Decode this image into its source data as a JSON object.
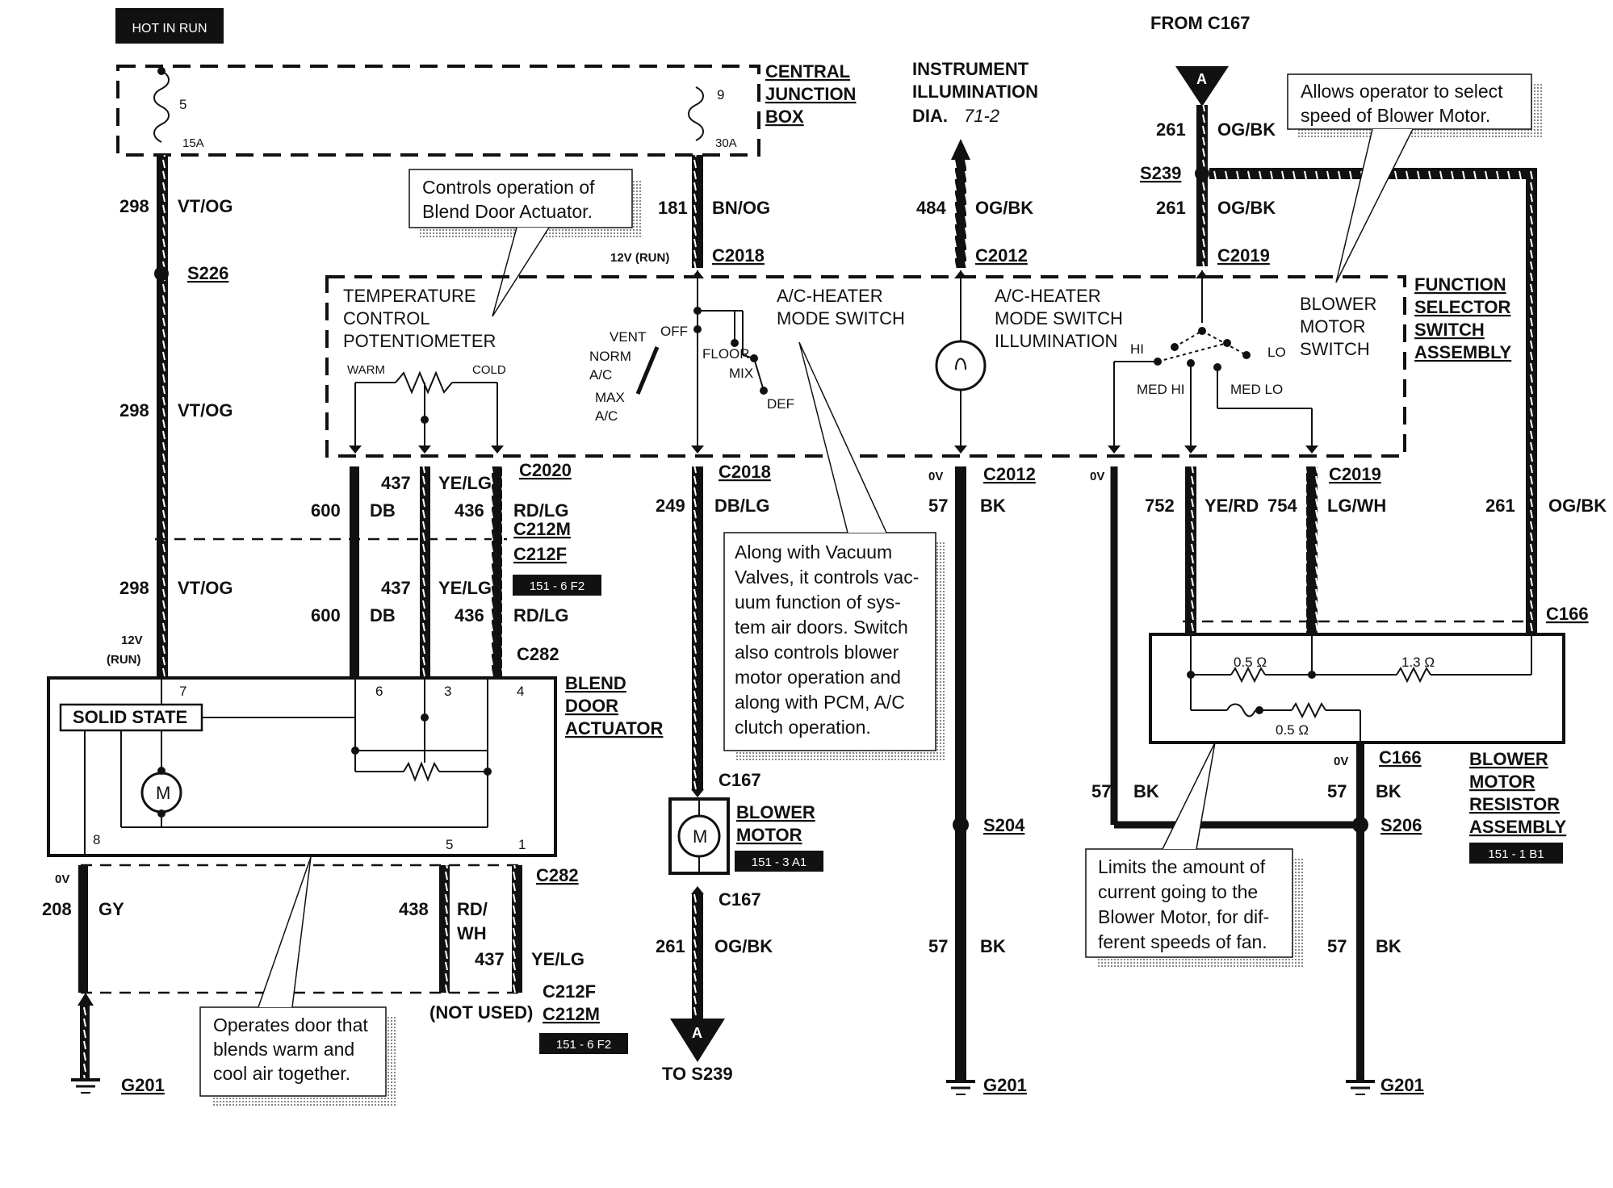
{
  "hot_in_run": "HOT IN RUN",
  "from_c167": "FROM C167",
  "to_s239": "TO S239",
  "connector_a": "A",
  "cjb": {
    "l1": "CENTRAL",
    "l2": "JUNCTION",
    "l3": "BOX",
    "fuse5": "5",
    "fuse5_rating": "15A",
    "fuse9": "9",
    "fuse9_rating": "30A"
  },
  "instr": {
    "l1": "INSTRUMENT",
    "l2": "ILLUMINATION",
    "l3": "DIA.",
    "ref": "71-2"
  },
  "notes": {
    "blend_ctrl": [
      "Controls operation of",
      "Blend Door Actuator."
    ],
    "blower_speed": [
      "Allows operator to select",
      "speed of Blower Motor."
    ],
    "vacuum": [
      "Along with Vacuum",
      "Valves, it controls vac-",
      "uum function of sys-",
      "tem air doors.  Switch",
      "also controls blower",
      "motor operation and",
      "along with PCM, A/C",
      "clutch operation."
    ],
    "limits": [
      "Limits the amount of",
      "current going to the",
      "Blower Motor, for dif-",
      "ferent speeds of fan."
    ],
    "operates": [
      "Operates door that",
      "blends warm and",
      "cool air together."
    ]
  },
  "wires": {
    "w298": "298",
    "vtog": "VT/OG",
    "w181": "181",
    "bnog": "BN/OG",
    "w484": "484",
    "ogbk": "OG/BK",
    "w261": "261",
    "w600": "600",
    "db": "DB",
    "w437": "437",
    "yelg": "YE/LG",
    "w436": "436",
    "rdlg": "RD/LG",
    "w249": "249",
    "dblg": "DB/LG",
    "w57": "57",
    "bk": "BK",
    "w752": "752",
    "yerd": "YE/RD",
    "w754": "754",
    "lgwh": "LG/WH",
    "w208": "208",
    "gy": "GY",
    "w438": "438",
    "rd": "RD/",
    "wh": "WH"
  },
  "labels": {
    "s226": "S226",
    "s239": "S239",
    "s204": "S204",
    "s206": "S206",
    "c2018": "C2018",
    "c2012": "C2012",
    "c2019": "C2019",
    "c2020": "C2020",
    "c212m": "C212M",
    "c212f": "C212F",
    "c282": "C282",
    "c167": "C167",
    "c166": "C166",
    "g201": "G201",
    "v12run": "12V (RUN)",
    "v12": "12V",
    "run": "(RUN)",
    "zv": "0V",
    "not_used": "(NOT USED)"
  },
  "refs": {
    "r1516f2": "151 - 6 F2",
    "r1513a1": "151 - 3 A1",
    "r1511b1": "151 - 1 B1"
  },
  "temp_pot": {
    "l1": "TEMPERATURE",
    "l2": "CONTROL",
    "l3": "POTENTIOMETER",
    "warm": "WARM",
    "cold": "COLD"
  },
  "mode_sw": {
    "l1": "A/C-HEATER",
    "l2": "MODE SWITCH",
    "vent": "VENT",
    "off": "OFF",
    "norm": "NORM",
    "ac": "A/C",
    "max": "MAX",
    "floor": "FLOOR",
    "mix": "MIX",
    "def": "DEF"
  },
  "mode_illum": {
    "l1": "A/C-HEATER",
    "l2": "MODE SWITCH",
    "l3": "ILLUMINATION"
  },
  "blower_sw": {
    "l1": "BLOWER",
    "l2": "MOTOR",
    "l3": "SWITCH",
    "hi": "HI",
    "lo": "LO",
    "medhi": "MED HI",
    "medlo": "MED LO"
  },
  "fsa": {
    "l1": "FUNCTION",
    "l2": "SELECTOR",
    "l3": "SWITCH",
    "l4": "ASSEMBLY"
  },
  "bda": {
    "l1": "BLEND",
    "l2": "DOOR",
    "l3": "ACTUATOR",
    "solid": "SOLID STATE",
    "motor": "M",
    "p7": "7",
    "p6": "6",
    "p3": "3",
    "p4": "4",
    "p8": "8",
    "p5": "5",
    "p1": "1"
  },
  "blower_motor": {
    "l1": "BLOWER",
    "l2": "MOTOR",
    "m": "M"
  },
  "resistor": {
    "l1": "BLOWER",
    "l2": "MOTOR",
    "l3": "RESISTOR",
    "l4": "ASSEMBLY",
    "r1": "0.5 Ω",
    "r2": "1.3 Ω",
    "r3": "0.5 Ω"
  }
}
